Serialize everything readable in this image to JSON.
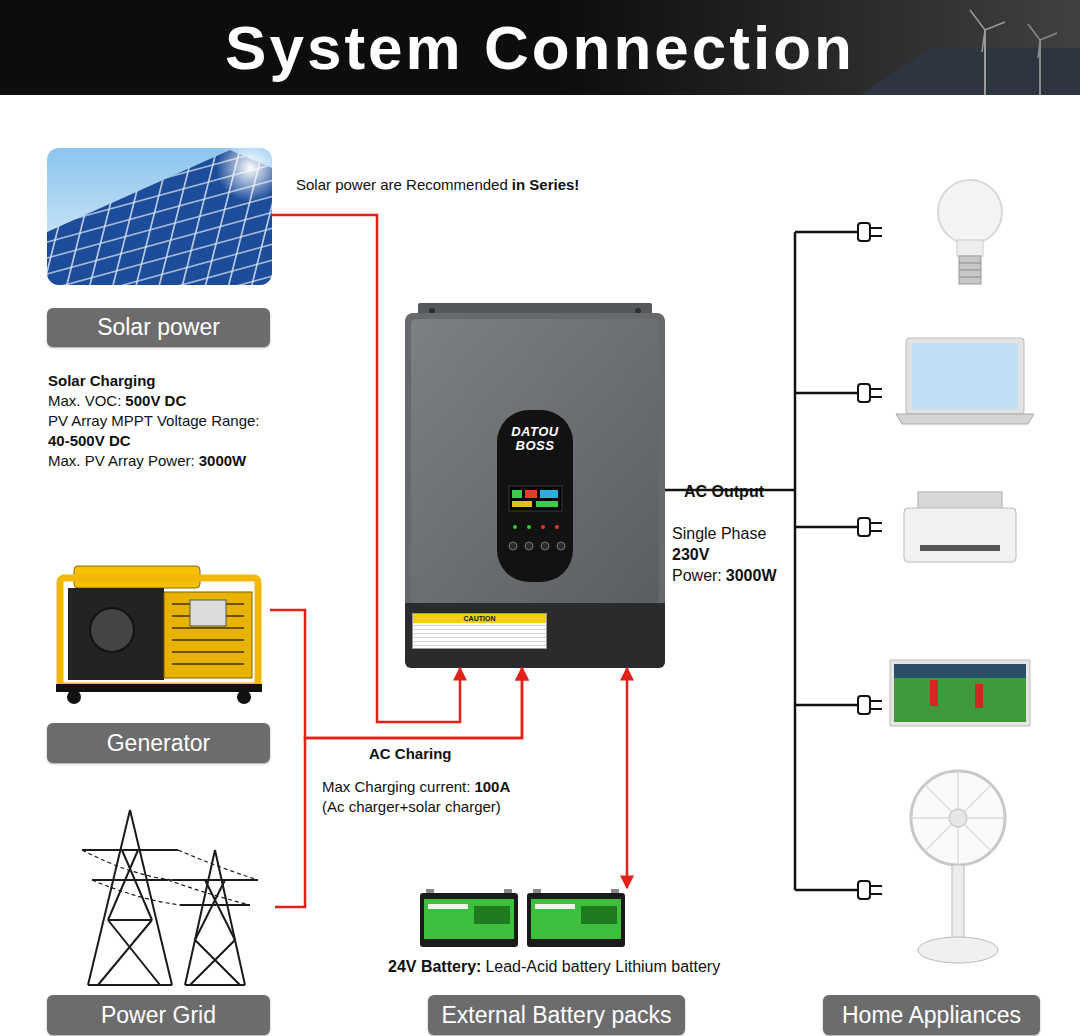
{
  "diagram": {
    "title": "System Connection",
    "nodes": [
      {
        "text": [
          "Solar power"
        ]
      },
      {
        "text": [
          "DATOU BOSS"
        ]
      },
      {
        "text": [
          "CAUTION"
        ],
        "in": 1
      },
      {
        "text": [
          "Generator"
        ]
      },
      {
        "text": [
          "Power Grid"
        ]
      },
      {
        "text": [
          "External Battery packs"
        ]
      },
      {
        "text": [
          "Home Appliances"
        ]
      }
    ],
    "edges": [
      {
        "from": 0,
        "to": 1,
        "arrow": "to"
      },
      {
        "from": 3,
        "to": 1,
        "arrow": "to",
        "label": "AC Charing"
      },
      {
        "from": 4,
        "to": 1,
        "arrow": "to"
      },
      {
        "from": 1,
        "to": 5,
        "arrow": "both"
      },
      {
        "from": 1,
        "to": 6,
        "arrow": "none",
        "label": "AC Output"
      }
    ],
    "labels": [
      "Solar power are Recommended",
      "in Series!",
      "Solar Charging",
      "Max. VOC:",
      "500V DC",
      "PV Array MPPT Voltage Range:",
      "40-500V DC",
      "Max. PV Array Power:",
      "3000W",
      "Single Phase",
      "230V",
      "Power:",
      "3000W",
      "Max Charging current:",
      "100A",
      "(Ac charger+solar charger)",
      "24V Battery:",
      "Lead-Acid battery Lithium battery"
    ]
  }
}
